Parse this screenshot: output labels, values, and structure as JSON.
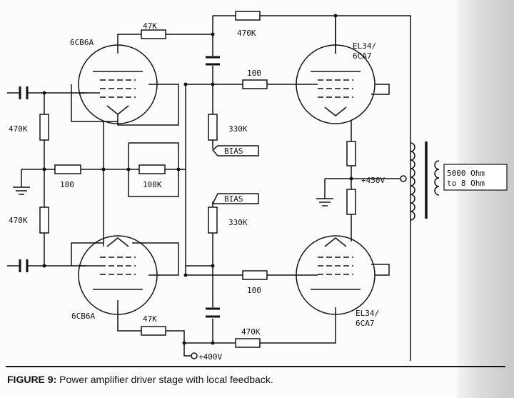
{
  "tubes": {
    "driver_top": "6CB6A",
    "driver_bottom": "6CB6A",
    "output_top": "EL34/\n6CA7",
    "output_bottom": "EL34/\n6CA7"
  },
  "labels": {
    "r_47k_top": "47K",
    "r_470k_top": "470K",
    "r_100_top": "100",
    "r_470k_left_top": "470K",
    "r_180": "180",
    "r_100k": "100K",
    "r_470k_left_bottom": "470K",
    "r_330k_top": "330K",
    "r_330k_bottom": "330K",
    "bias_top": "BIAS",
    "bias_bottom": "BIAS",
    "r_100_bottom": "100",
    "r_47k_bottom": "47K",
    "r_470k_bottom": "470K",
    "supply_450": "+450V",
    "supply_400": "+400V",
    "transformer_spec": "5000 Ohm\nto 8 Ohm"
  },
  "caption": {
    "prefix": "FIGURE 9:",
    "text": "Power amplifier driver stage with local feedback."
  },
  "colors": {
    "ink": "#111111",
    "paper": "#fcfcfb"
  }
}
